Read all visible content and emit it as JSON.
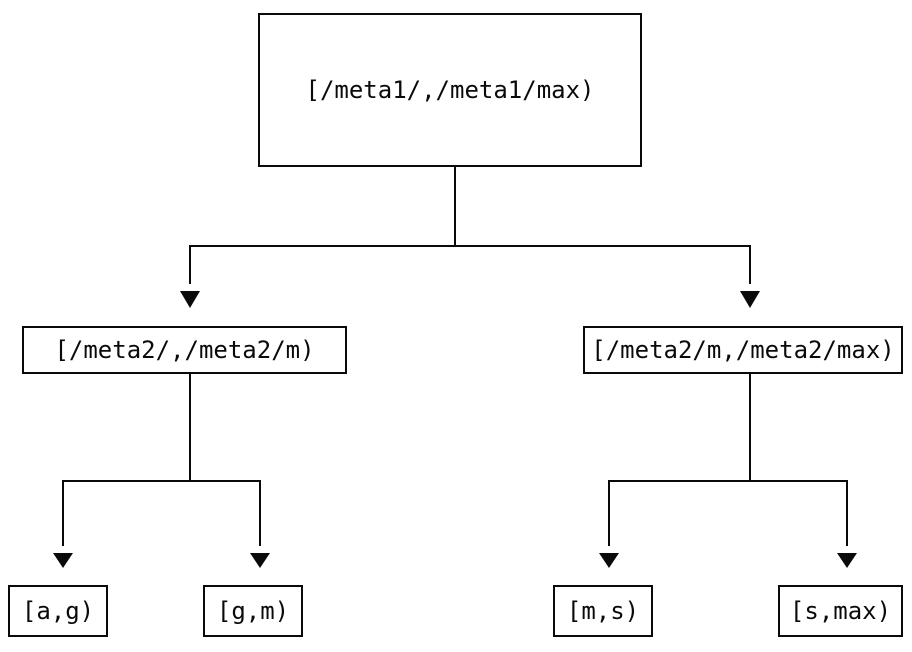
{
  "diagram": {
    "type": "tree",
    "background_color": "#ffffff",
    "line_color": "#0a0a0a",
    "arrow_icon": "filled-down-triangle",
    "nodes": {
      "root": {
        "label": "[/meta1/,/meta1/max)"
      },
      "left_child": {
        "label": "[/meta2/,/meta2/m)"
      },
      "right_child": {
        "label": "[/meta2/m,/meta2/max)"
      },
      "leaf_ag": {
        "label": "[a,g)"
      },
      "leaf_gm": {
        "label": "[g,m)"
      },
      "leaf_ms": {
        "label": "[m,s)"
      },
      "leaf_smax": {
        "label": "[s,max)"
      }
    },
    "edges": [
      {
        "from": "root",
        "to": "left_child"
      },
      {
        "from": "root",
        "to": "right_child"
      },
      {
        "from": "left_child",
        "to": "leaf_ag"
      },
      {
        "from": "left_child",
        "to": "leaf_gm"
      },
      {
        "from": "right_child",
        "to": "leaf_ms"
      },
      {
        "from": "right_child",
        "to": "leaf_smax"
      }
    ]
  }
}
